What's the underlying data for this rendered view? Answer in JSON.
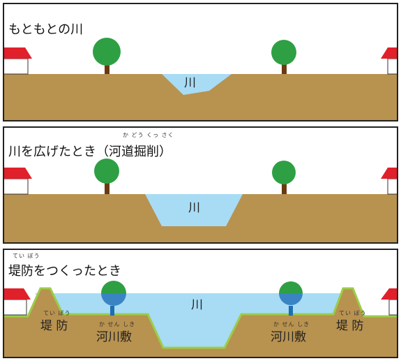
{
  "panels": [
    {
      "title": "もともとの川",
      "river_label": "川"
    },
    {
      "title": "川を広げたとき（河道掘削）",
      "title_main": "川を広げたとき（",
      "title_kanji": "河道掘削",
      "title_close": "）",
      "furigana": "か どう くっ さく",
      "river_label": "川"
    },
    {
      "title": "堤防をつくったとき",
      "title_kanji": "堤防",
      "title_rest": "をつくったとき",
      "furigana": "てい ぼう",
      "river_label": "川",
      "levee_label": "堤 防",
      "levee_furigana": "てい ぼう",
      "floodplain_label": "河川敷",
      "floodplain_furigana": "か せん しき"
    }
  ],
  "colors": {
    "ground": "#b8924f",
    "water": "#a7dcf4",
    "tree_crown": "#2ea043",
    "tree_trunk": "#6b3a12",
    "roof": "#e0202a",
    "levee_edge": "#9ccc4a",
    "border": "#222222"
  }
}
